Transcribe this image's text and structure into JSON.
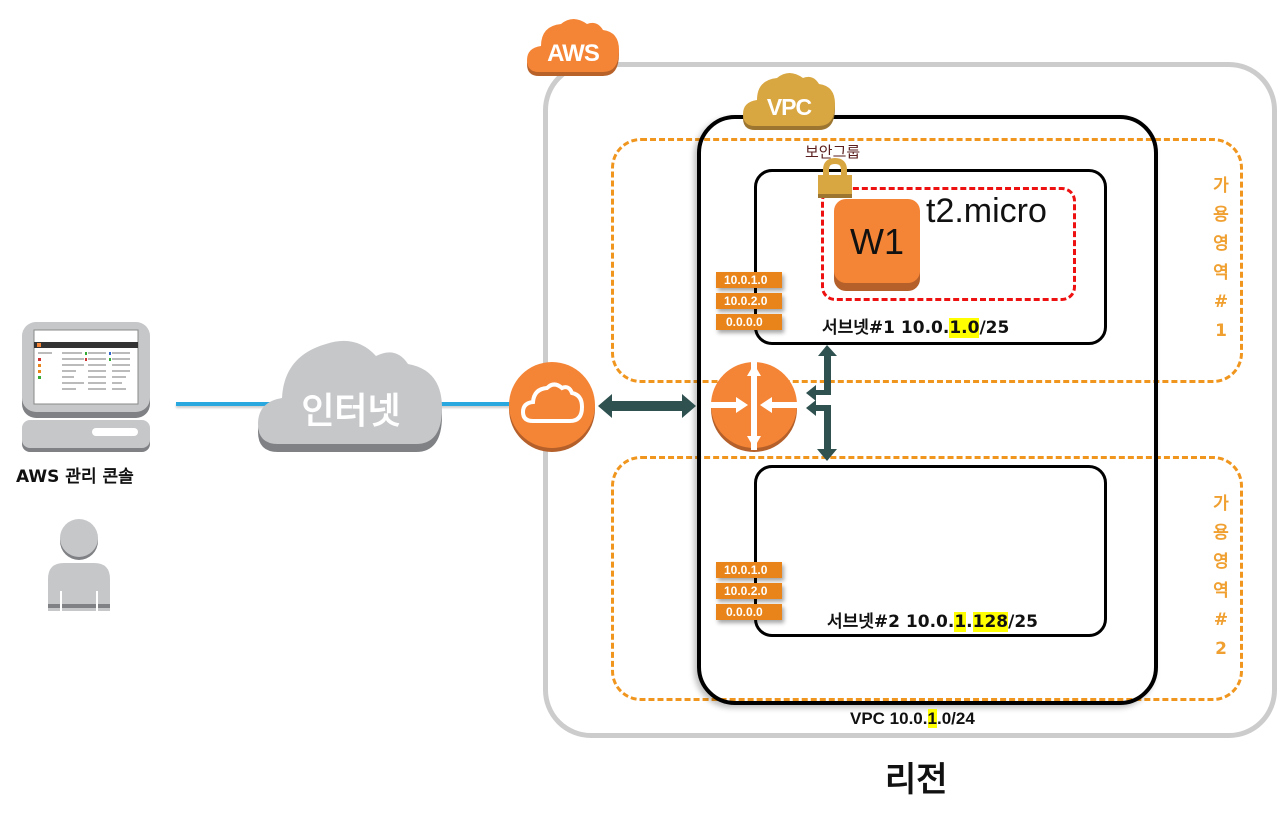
{
  "client": {
    "console_label": "AWS 관리 콘솔"
  },
  "internet": {
    "label": "인터넷"
  },
  "aws_cloud": {
    "label": "AWS",
    "region_label": "리전"
  },
  "vpc": {
    "badge": "VPC",
    "cidr_prefix": "VPC 10.0.",
    "cidr_highlight": "1",
    "cidr_suffix": ".0/24"
  },
  "security_group": {
    "label": "보안그룹"
  },
  "instance": {
    "name": "W1",
    "type": "t2.micro"
  },
  "subnets": [
    {
      "label_prefix": "서브넷#1 10.0.",
      "label_highlight": "1.0",
      "label_suffix": "/25",
      "route_table": [
        "10.0.1.0",
        "10.0.2.0",
        "0.0.0.0"
      ]
    },
    {
      "label_prefix": "서브넷#2 10.0.",
      "label_highlight_1": "1",
      "label_mid": ".",
      "label_highlight_2": "128",
      "label_suffix": "/25",
      "route_table": [
        "10.0.1.0",
        "10.0.2.0",
        "0.0.0.0"
      ]
    }
  ],
  "availability_zones": [
    {
      "chars": [
        "가",
        "용",
        "영",
        "역",
        "#",
        "1"
      ]
    },
    {
      "chars": [
        "가",
        "용",
        "영",
        "역",
        "#",
        "2"
      ]
    }
  ],
  "colors": {
    "aws_orange": "#f58536",
    "vpc_gold": "#d9a741",
    "az_dash": "#f0961e",
    "region_gray": "#cccccc",
    "arrow_teal": "#2f5150",
    "internet_line": "#29a8e0",
    "sg_red": "#ee1111",
    "highlight": "#ffff00"
  }
}
